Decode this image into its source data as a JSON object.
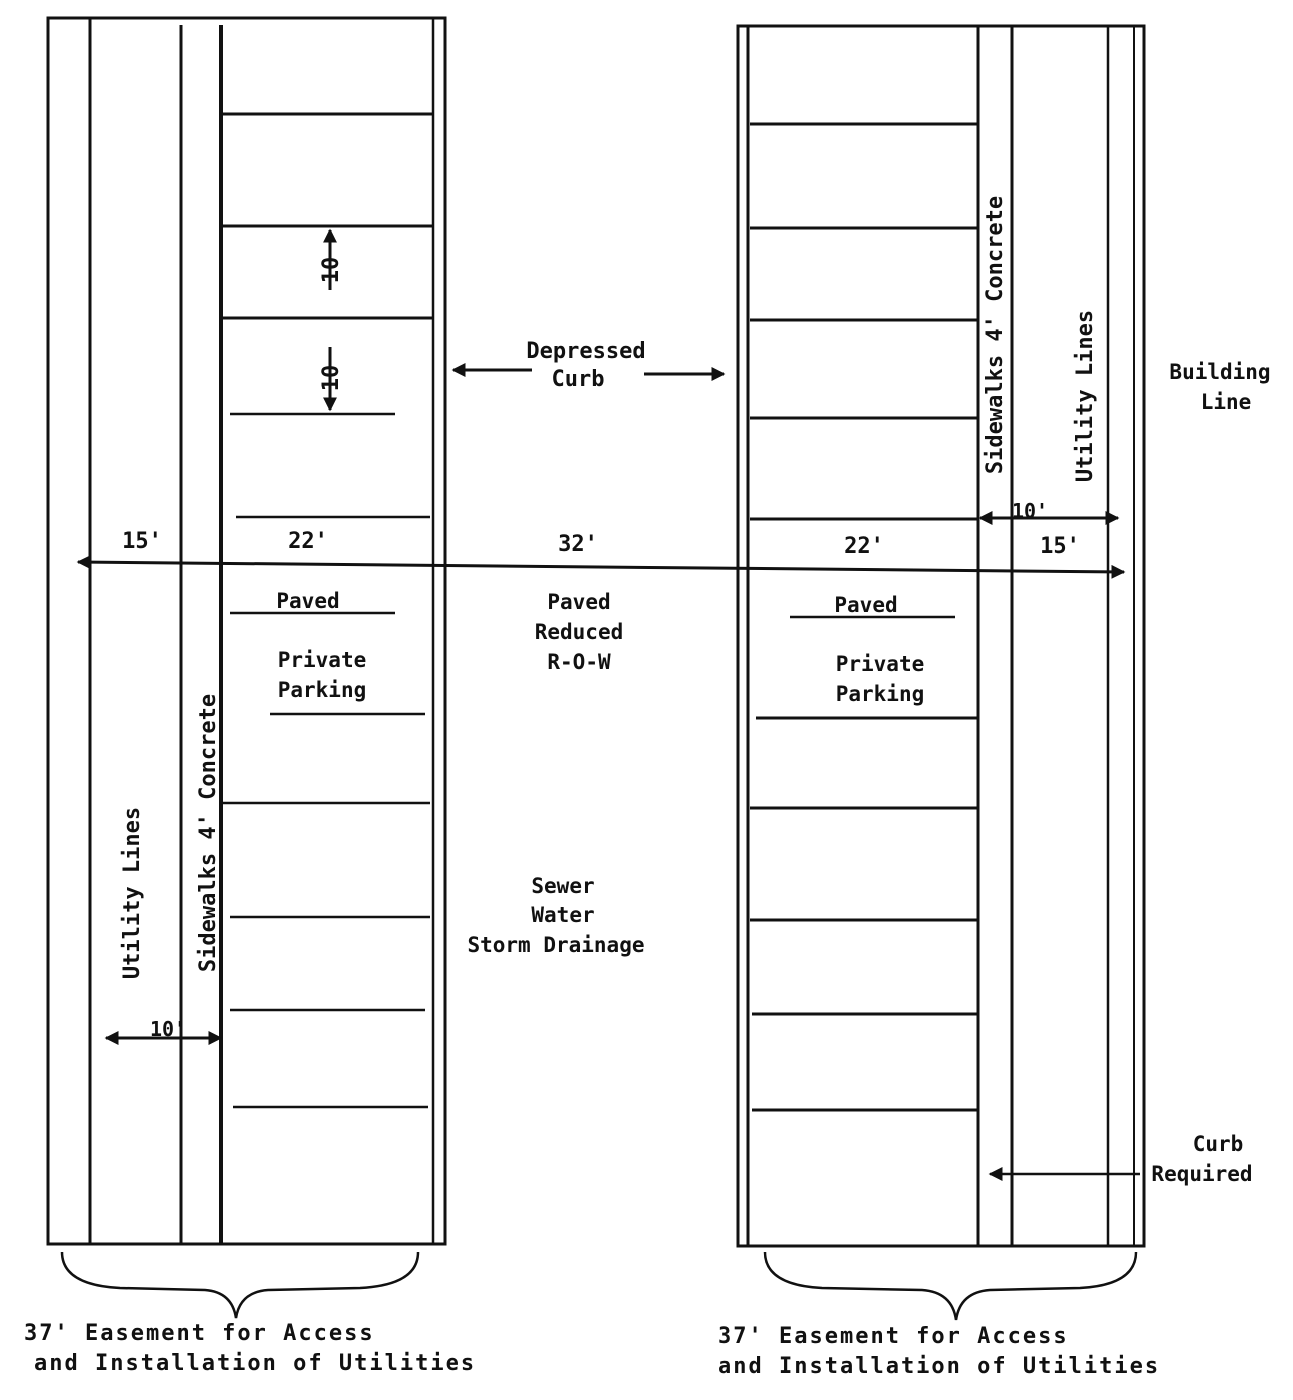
{
  "labels": {
    "depressed_curb_1": "Depressed",
    "depressed_curb_2": "Curb",
    "building_line_1": "Building",
    "building_line_2": "Line",
    "curb_required_1": "Curb",
    "curb_required_2": "Required",
    "center_paved": "Paved",
    "center_reduced": "Reduced",
    "center_row": "R-O-W",
    "sewer": "Sewer",
    "water": "Water",
    "storm_drainage": "Storm Drainage",
    "left_paved": "Paved",
    "left_private": "Private",
    "left_parking": "Parking",
    "right_paved": "Paved",
    "right_private": "Private",
    "right_parking": "Parking",
    "left_utility": "Utility Lines",
    "left_sidewalk": "Sidewalks 4' Concrete",
    "right_utility": "Utility Lines",
    "right_sidewalk": "Sidewalks 4' Concrete"
  },
  "dimensions": {
    "left_15": "15'",
    "left_22": "22'",
    "center_32": "32'",
    "right_22": "22'",
    "right_15": "15'",
    "right_10": "10'",
    "left_10": "10'",
    "stall_10_a": "10",
    "stall_10_b": "10"
  },
  "easement": {
    "left_line1": "37' Easement for Access",
    "left_line2": "and Installation of Utilities",
    "right_line1": "37' Easement for Access",
    "right_line2": "and Installation of Utilities"
  }
}
